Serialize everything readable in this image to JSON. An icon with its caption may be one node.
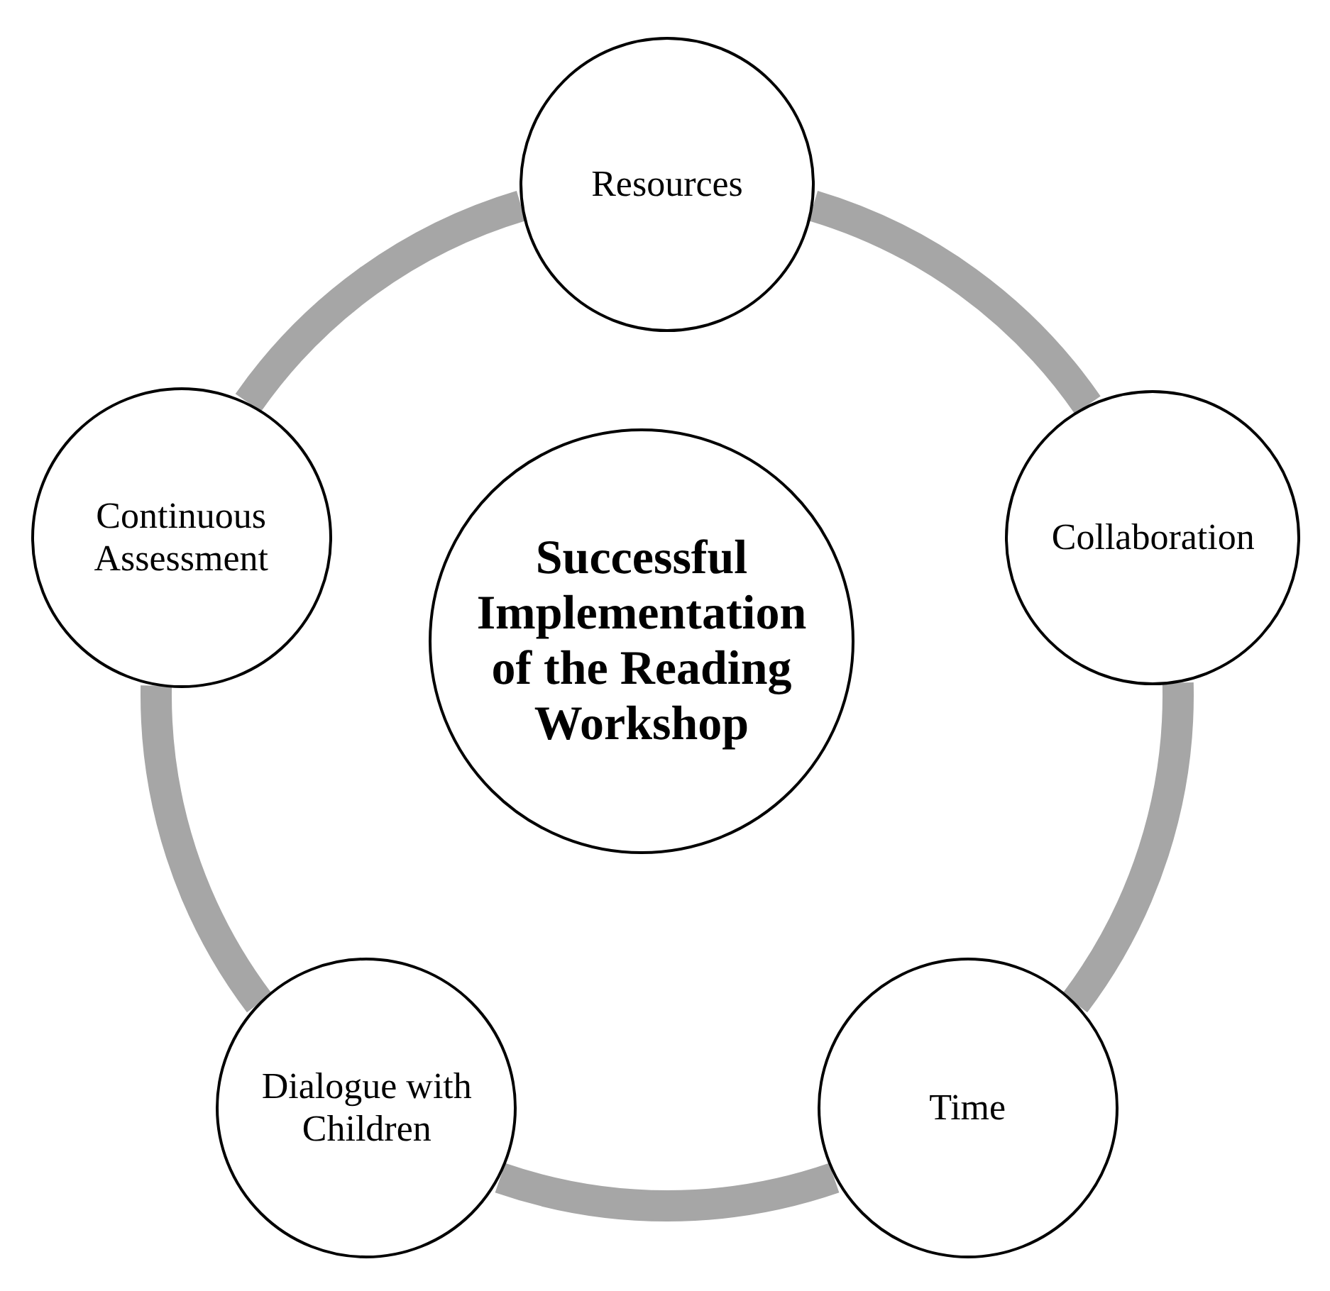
{
  "diagram": {
    "nodes": [
      {
        "text": [
          "Resources"
        ]
      },
      {
        "text": [
          "Collaboration"
        ]
      },
      {
        "text": [
          "Time"
        ]
      },
      {
        "text": [
          "Dialogue with Children"
        ]
      },
      {
        "text": [
          "Continuous Assessment"
        ]
      },
      {
        "text": [
          "Successful Implementation of the Reading Workshop"
        ]
      }
    ],
    "edges": [
      {
        "from": 0,
        "to": 1,
        "arrow": "none"
      },
      {
        "from": 1,
        "to": 2,
        "arrow": "none"
      },
      {
        "from": 2,
        "to": 3,
        "arrow": "none"
      },
      {
        "from": 3,
        "to": 4,
        "arrow": "none"
      },
      {
        "from": 4,
        "to": 0,
        "arrow": "none"
      }
    ]
  }
}
